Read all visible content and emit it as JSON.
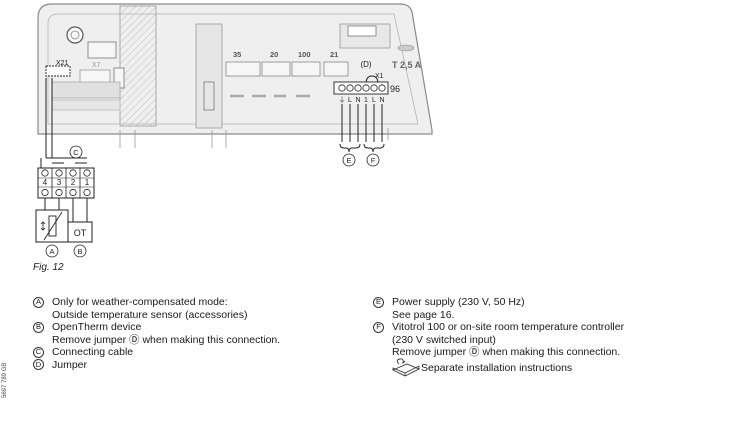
{
  "diagram": {
    "board_ports": [
      "35",
      "20",
      "100",
      "21"
    ],
    "fuse_label": "T 2,5 A",
    "x21_label": "X21",
    "x7_label": "X7",
    "x1_label": "X1",
    "plug_number": "96",
    "jumper_letter": "D",
    "plug_terminal_labels": [
      "⏚",
      "L",
      "N",
      "1",
      "L",
      "N"
    ],
    "strip_numbers": [
      "4",
      "3",
      "2",
      "1"
    ],
    "callout_letters": {
      "sensor": "A",
      "opentherm": "B",
      "cable": "C",
      "power": "E",
      "controller": "F"
    },
    "opentherm_box_label": "OT"
  },
  "figure": {
    "caption": "Fig. 12"
  },
  "legend_left": [
    {
      "symbol": "A",
      "lines": [
        "Only for weather-compensated mode:",
        "Outside temperature sensor (accessories)"
      ]
    },
    {
      "symbol": "B",
      "lines": [
        "OpenTherm device",
        "Remove jumper Ⓓ when making this connection."
      ]
    },
    {
      "symbol": "C",
      "lines": [
        "Connecting cable"
      ]
    },
    {
      "symbol": "D",
      "lines": [
        "Jumper"
      ]
    }
  ],
  "legend_right": [
    {
      "symbol": "E",
      "lines": [
        "Power supply (230 V, 50 Hz)",
        "See page 16."
      ]
    },
    {
      "symbol": "F",
      "lines": [
        "Vitotrol 100 or on-site room temperature controller",
        "(230 V switched input)",
        "Remove jumper Ⓓ when making this connection."
      ]
    }
  ],
  "instruction_note": "Separate installation instructions",
  "document_number": "5697 789 GB"
}
